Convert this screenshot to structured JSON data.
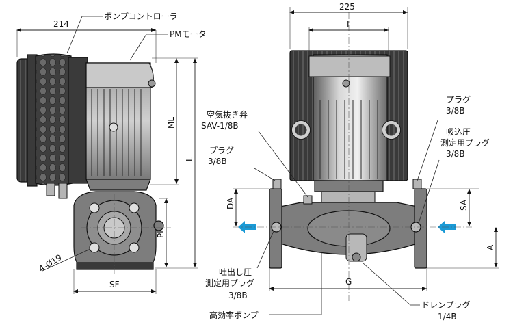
{
  "labels": {
    "pump_controller": "ポンプコントローラ",
    "pm_motor": "PMモータ",
    "air_vent_l1": "空気抜き弁",
    "air_vent_l2": "SAV-1/8B",
    "plug_left_l1": "プラグ",
    "plug_left_l2": "3/8B",
    "plug_right_l1": "プラグ",
    "plug_right_l2": "3/8B",
    "suction_l1": "吸込圧",
    "suction_l2": "測定用プラグ",
    "suction_l3": "3/8B",
    "discharge_l1": "吐出し圧",
    "discharge_l2": "測定用プラグ",
    "discharge_l3": "3/8B",
    "pump": "高効率ポンプ",
    "drain_l1": "ドレンプラグ",
    "drain_l2": "1/4B",
    "bolt_holes": "4-Ø19"
  },
  "dimensions": {
    "side_width": "214",
    "front_width": "225",
    "I": "I",
    "ML": "ML",
    "L": "L",
    "PL": "PL",
    "SF": "SF",
    "G": "G",
    "DA": "DA",
    "SA": "SA",
    "A": "A"
  },
  "colors": {
    "body": "#7d7d7d",
    "dark": "#3a3a3a",
    "flow_arrow": "#1a9ad6"
  }
}
